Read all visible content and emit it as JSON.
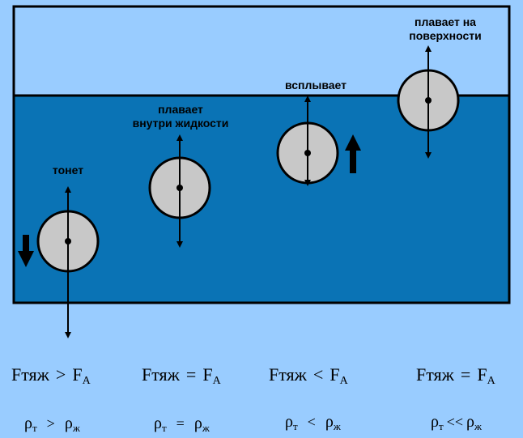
{
  "labels": {
    "sinks": "тонет",
    "floats_inside_line1": "плавает",
    "floats_inside_line2": "внутри жидкости",
    "rises": "всплывает",
    "floats_surface_line1": "плавает на",
    "floats_surface_line2": "поверхности"
  },
  "forces": [
    {
      "left": "Fтяж",
      "op": ">",
      "right": "F",
      "right_sub": "A"
    },
    {
      "left": "Fтяж",
      "op": "=",
      "right": "F",
      "right_sub": "A"
    },
    {
      "left": "Fтяж",
      "op": "<",
      "right": "F",
      "right_sub": "A"
    },
    {
      "left": "Fтяж",
      "op": "=",
      "right": "F",
      "right_sub": "A"
    }
  ],
  "densities": [
    {
      "left": "ρ",
      "left_sub": "т",
      "op": ">",
      "right": "ρ",
      "right_sub": "ж"
    },
    {
      "left": "ρ",
      "left_sub": "т",
      "op": "=",
      "right": "ρ",
      "right_sub": "ж"
    },
    {
      "left": "ρ",
      "left_sub": "т",
      "op": "<",
      "right": "ρ",
      "right_sub": "ж"
    },
    {
      "left": "ρ",
      "left_sub": "т",
      "op": "<<",
      "right": "ρ",
      "right_sub": "ж"
    }
  ],
  "colors": {
    "background": "#99ccff",
    "liquid": "#0a73b5",
    "ball": "#c8c8c8",
    "outline": "#000000"
  }
}
